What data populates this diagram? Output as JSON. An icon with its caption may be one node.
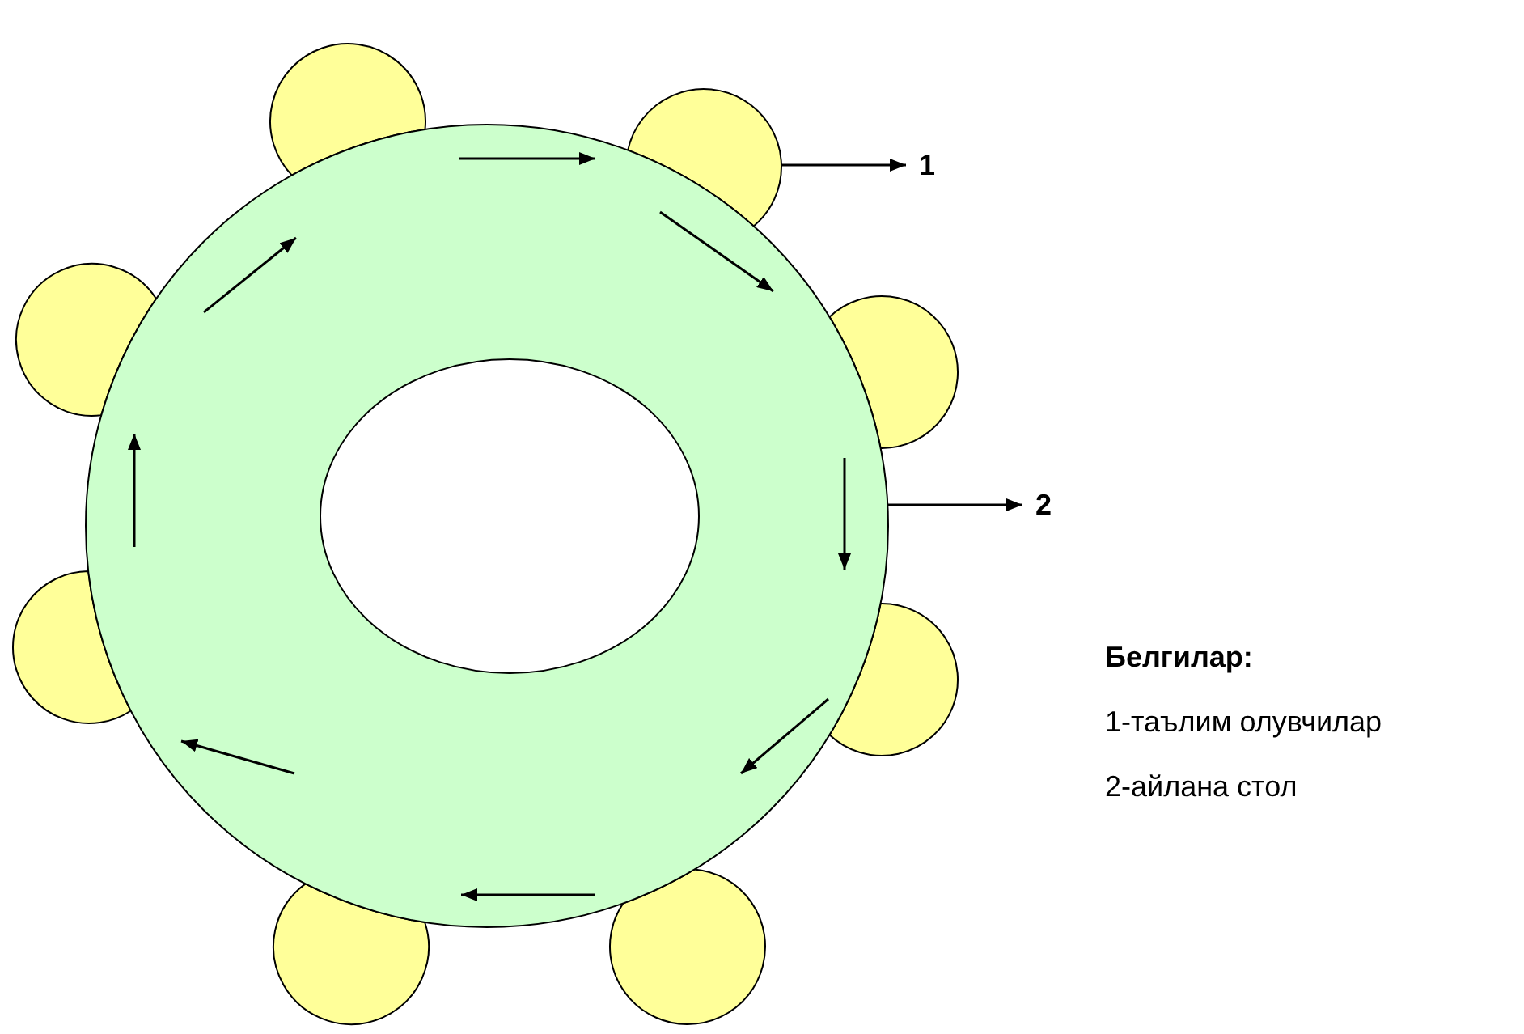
{
  "diagram": {
    "nodes": [
      {
        "text": [],
        "shape": "circle"
      },
      {
        "text": [],
        "shape": "circle"
      },
      {
        "text": [],
        "shape": "circle"
      },
      {
        "text": [],
        "shape": "circle"
      },
      {
        "text": [],
        "shape": "circle"
      },
      {
        "text": [],
        "shape": "circle"
      },
      {
        "text": [],
        "shape": "circle"
      },
      {
        "text": [],
        "shape": "circle"
      },
      {
        "text": [],
        "shape": "circle"
      },
      {
        "text": [
          "1"
        ]
      },
      {
        "text": [
          "2"
        ]
      }
    ],
    "edges": [
      {
        "from": 1,
        "to": 9,
        "arrow": "to"
      },
      {
        "from": 8,
        "to": 10,
        "arrow": "to"
      }
    ],
    "labels": [
      "Белгилар:",
      "1-таълим олувчилар",
      "2-айлана стол"
    ]
  }
}
